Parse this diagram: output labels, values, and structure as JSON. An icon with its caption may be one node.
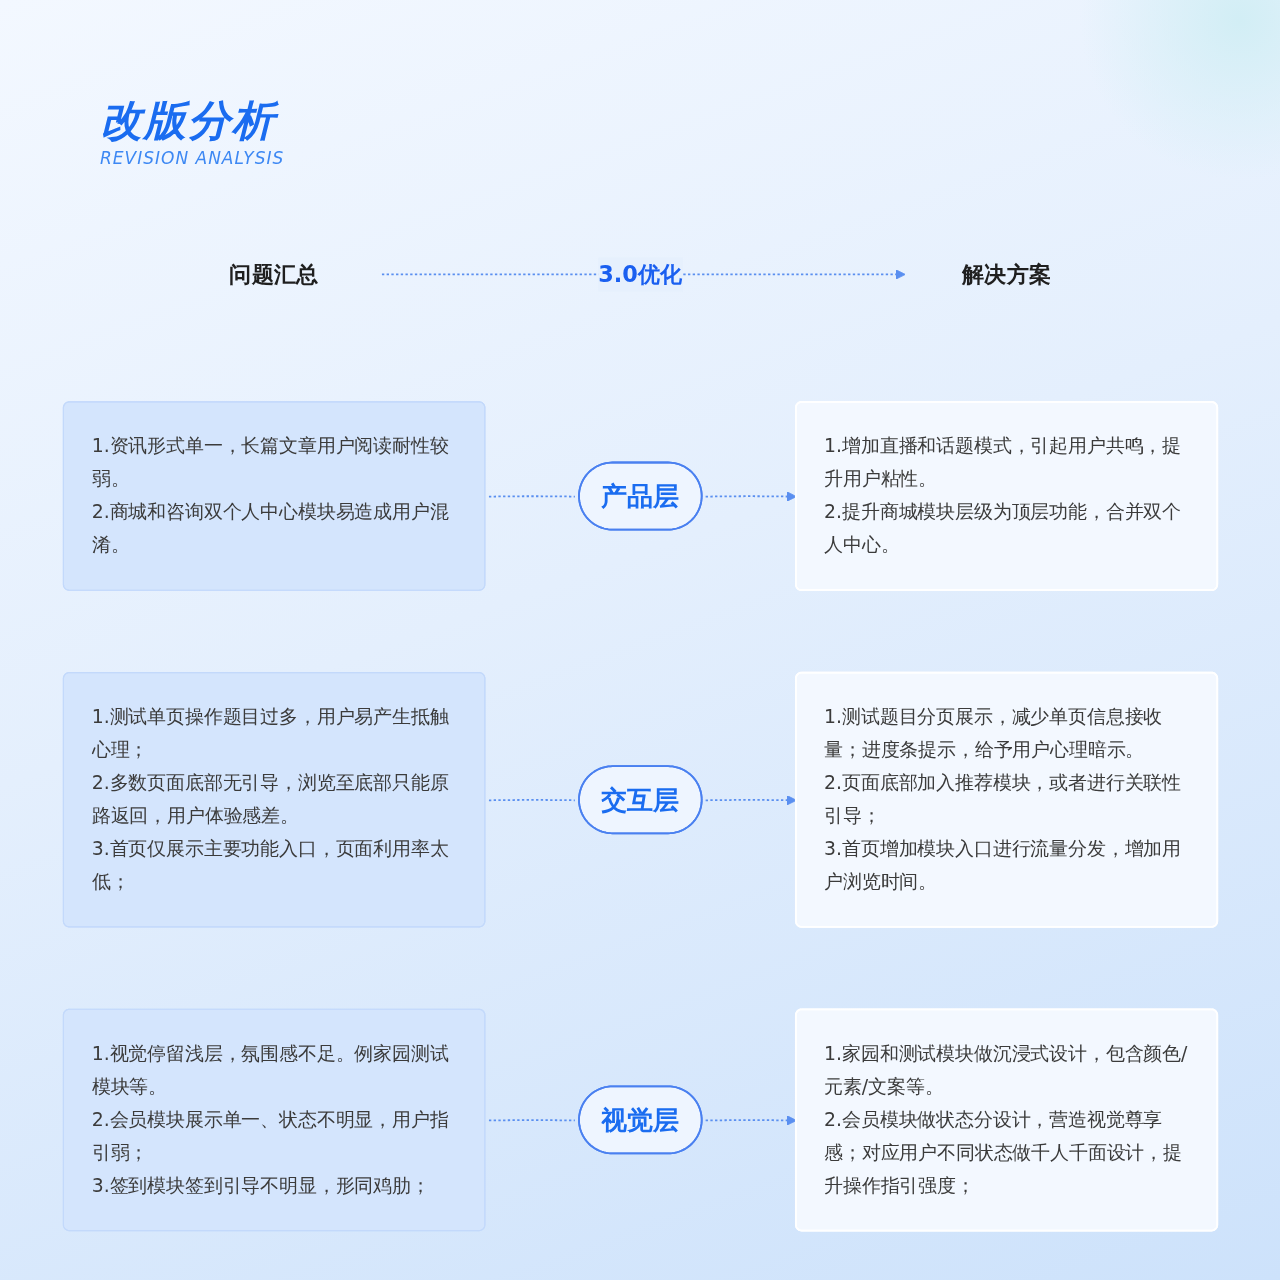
{
  "diagram": {
    "title": "改版分析",
    "labels": [
      "REVISION ANALYSIS"
    ],
    "nodes": [
      {
        "text": [
          "问题汇总"
        ]
      },
      {
        "text": [
          "解决方案"
        ]
      },
      {
        "text": [
          "1.资讯形式单一，长篇文章用户阅读耐性较弱。",
          "2.商城和咨询双个人中心模块易造成用户混淆。"
        ]
      },
      {
        "text": [
          "产品层"
        ]
      },
      {
        "text": [
          "1.增加直播和话题模式，引起用户共鸣，提升用户粘性。",
          "2.提升商城模块层级为顶层功能，合并双个人中心。"
        ]
      },
      {
        "text": [
          "1.测试单页操作题目过多，用户易产生抵触心理；",
          "2.多数页面底部无引导，浏览至底部只能原路返回，用户体验感差。",
          "3.首页仅展示主要功能入口，页面利用率太低；"
        ]
      },
      {
        "text": [
          "交互层"
        ]
      },
      {
        "text": [
          "1.测试题目分页展示，减少单页信息接收量；进度条提示，给予用户心理暗示。",
          "2.页面底部加入推荐模块，或者进行关联性引导；",
          "3.首页增加模块入口进行流量分发，增加用户浏览时间。"
        ]
      },
      {
        "text": [
          "1.视觉停留浅层，氛围感不足。例家园测试模块等。",
          "2.会员模块展示单一、状态不明显，用户指引弱；",
          "3.签到模块签到引导不明显，形同鸡肋；"
        ]
      },
      {
        "text": [
          "视觉层"
        ]
      },
      {
        "text": [
          "1.家园和测试模块做沉浸式设计，包含颜色/元素/文案等。",
          "2.会员模块做状态分设计，营造视觉尊享感；对应用户不同状态做千人千面设计，提升操作指引强度；"
        ]
      }
    ],
    "edges": [
      {
        "from": 0,
        "to": 1,
        "arrow": "to",
        "label": "3.0优化",
        "style": "dashed"
      },
      {
        "from": 2,
        "to": 3,
        "arrow": "none",
        "style": "dashed"
      },
      {
        "from": 3,
        "to": 4,
        "arrow": "to",
        "style": "dashed"
      },
      {
        "from": 5,
        "to": 6,
        "arrow": "none",
        "style": "dashed"
      },
      {
        "from": 6,
        "to": 7,
        "arrow": "to",
        "style": "dashed"
      },
      {
        "from": 8,
        "to": 9,
        "arrow": "none",
        "style": "dashed"
      },
      {
        "from": 9,
        "to": 10,
        "arrow": "to",
        "style": "dashed"
      }
    ]
  }
}
